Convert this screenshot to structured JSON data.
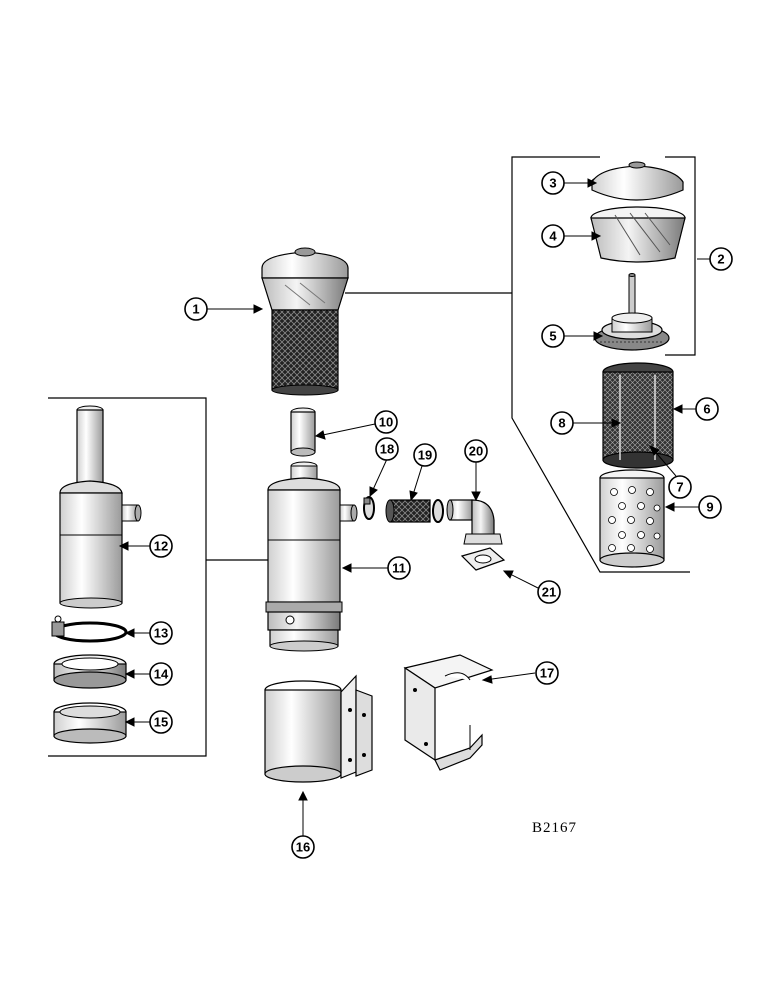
{
  "figure": {
    "code": "B2167"
  },
  "callouts": [
    {
      "id": "1",
      "label": "1"
    },
    {
      "id": "2",
      "label": "2"
    },
    {
      "id": "3",
      "label": "3"
    },
    {
      "id": "4",
      "label": "4"
    },
    {
      "id": "5",
      "label": "5"
    },
    {
      "id": "6",
      "label": "6"
    },
    {
      "id": "7",
      "label": "7"
    },
    {
      "id": "8",
      "label": "8"
    },
    {
      "id": "9",
      "label": "9"
    },
    {
      "id": "10",
      "label": "10"
    },
    {
      "id": "11",
      "label": "11"
    },
    {
      "id": "12",
      "label": "12"
    },
    {
      "id": "13",
      "label": "13"
    },
    {
      "id": "14",
      "label": "14"
    },
    {
      "id": "15",
      "label": "15"
    },
    {
      "id": "16",
      "label": "16"
    },
    {
      "id": "17",
      "label": "17"
    },
    {
      "id": "18",
      "label": "18"
    },
    {
      "id": "19",
      "label": "19"
    },
    {
      "id": "20",
      "label": "20"
    },
    {
      "id": "21",
      "label": "21"
    }
  ]
}
